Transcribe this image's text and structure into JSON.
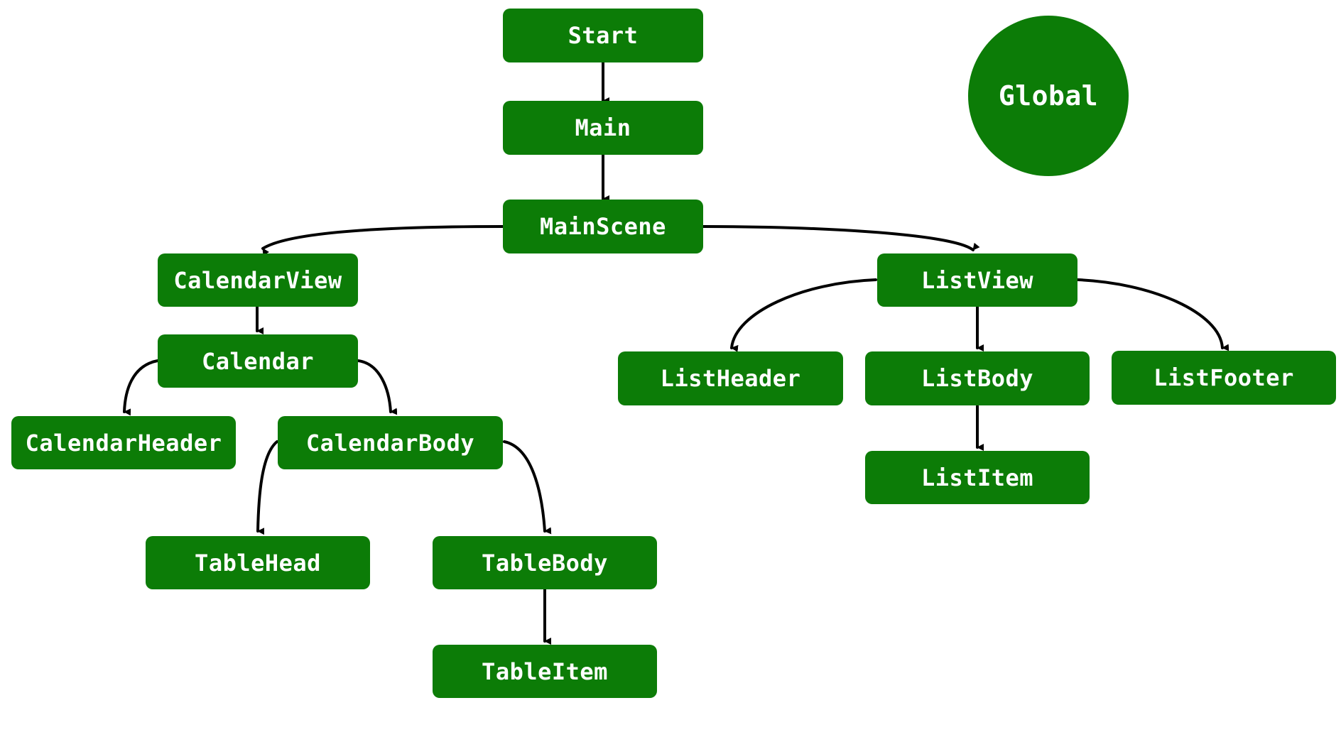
{
  "colors": {
    "node_fill": "#0c7c07",
    "node_text": "#ffffff",
    "edge": "#000000",
    "background": "#ffffff"
  },
  "nodes": {
    "start": "Start",
    "main": "Main",
    "main_scene": "MainScene",
    "global": "Global",
    "calendar_view": "CalendarView",
    "calendar": "Calendar",
    "calendar_header": "CalendarHeader",
    "calendar_body": "CalendarBody",
    "table_head": "TableHead",
    "table_body": "TableBody",
    "table_item": "TableItem",
    "list_view": "ListView",
    "list_header": "ListHeader",
    "list_body": "ListBody",
    "list_footer": "ListFooter",
    "list_item": "ListItem"
  },
  "edges": [
    [
      "start",
      "main"
    ],
    [
      "main",
      "main_scene"
    ],
    [
      "main_scene",
      "calendar_view"
    ],
    [
      "main_scene",
      "list_view"
    ],
    [
      "calendar_view",
      "calendar"
    ],
    [
      "calendar",
      "calendar_header"
    ],
    [
      "calendar",
      "calendar_body"
    ],
    [
      "calendar_body",
      "table_head"
    ],
    [
      "calendar_body",
      "table_body"
    ],
    [
      "table_body",
      "table_item"
    ],
    [
      "list_view",
      "list_header"
    ],
    [
      "list_view",
      "list_body"
    ],
    [
      "list_view",
      "list_footer"
    ],
    [
      "list_body",
      "list_item"
    ]
  ]
}
